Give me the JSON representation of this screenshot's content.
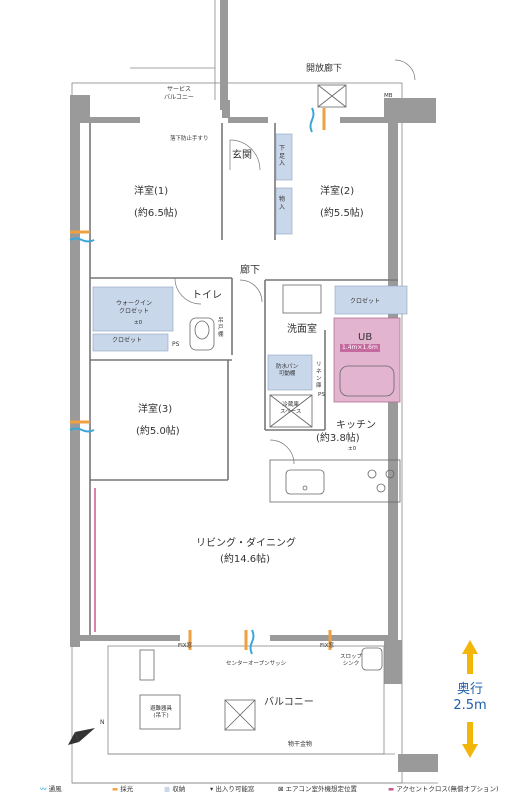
{
  "labels": {
    "service_balcony": "サービス\nバルコニー",
    "meter": "MB",
    "fall_guard": "落下防止手すり",
    "open_corridor": "開放廊下",
    "mb": "MB",
    "entrance": "玄関",
    "shoe_cabinet": "下足入",
    "storage": "物入",
    "room1": "洋室(1)",
    "room1_size": "(約6.5帖)",
    "room2": "洋室(2)",
    "room2_size": "(約5.5帖)",
    "hallway": "廊下",
    "walkin_closet": "ウォークイン\nクロゼット",
    "walkin_level": "±0",
    "closet_left": "クロゼット",
    "ps_left": "PS",
    "toilet": "トイレ",
    "toilet_shelf": "吊戸棚",
    "closet_right": "クロゼット",
    "washroom": "洗面室",
    "ub": "UB",
    "ub_size": "1.4m×1.6m",
    "waterproof_pan": "防水パン\n可動棚",
    "linen": "リネン庫",
    "ps_right": "PS",
    "fridge": "冷蔵庫\nスペース",
    "kitchen": "キッチン",
    "kitchen_size": "(約3.8帖)",
    "kitchen_level": "±0",
    "room3": "洋室(3)",
    "room3_size": "(約5.0帖)",
    "living": "リビング・ダイニング",
    "living_size": "(約14.6帖)",
    "fix_left": "FIX窓",
    "center_sash": "センターオープンサッシ",
    "fix_right": "FIX窓",
    "slop_sink": "スロップ\nシンク",
    "balcony": "バルコニー",
    "evac": "避難器具\n(吊下)",
    "drying": "物干金物",
    "compass": "N"
  },
  "depth_indicator": {
    "label": "奥行",
    "value": "2.5m"
  },
  "legend": {
    "ventilation": "通風",
    "daylight": "採光",
    "storage": "収納",
    "door": "出入り可能窓",
    "aircon": "エアコン室外機想定位置",
    "accent": "アクセントクロス(無償オプション)"
  },
  "colors": {
    "wall": "#9a9a9a",
    "storage": "#c9d7ea",
    "ub": "#e3b4d0",
    "ventilation": "#3aa7d8",
    "daylight": "#f0a040",
    "depth": "#f2b50a",
    "accent": "#c84f8a"
  }
}
